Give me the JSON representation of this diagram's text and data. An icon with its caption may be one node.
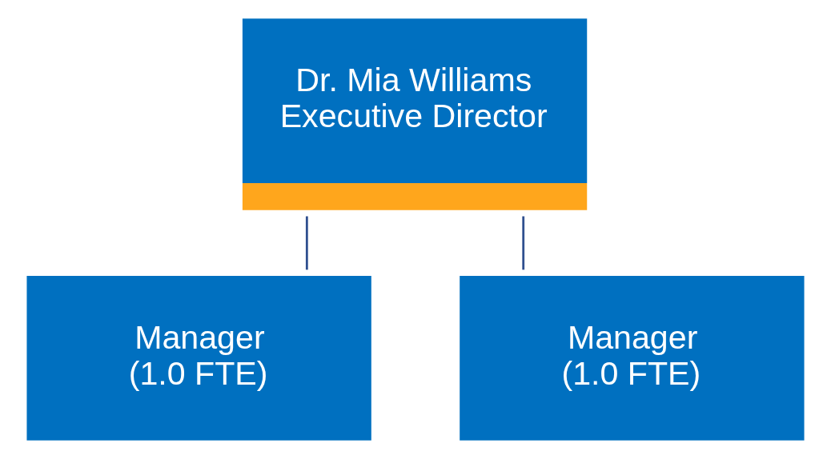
{
  "diagram": {
    "nodes": [
      {
        "text": [
          "Dr. Mia Williams",
          "Executive Director"
        ]
      },
      {
        "text": [
          "Manager",
          "(1.0 FTE)"
        ]
      },
      {
        "text": [
          "Manager",
          "(1.0 FTE)"
        ]
      }
    ],
    "edges": [
      {
        "from": 0,
        "to": 1,
        "arrow": "none"
      },
      {
        "from": 0,
        "to": 2,
        "arrow": "none"
      }
    ]
  }
}
